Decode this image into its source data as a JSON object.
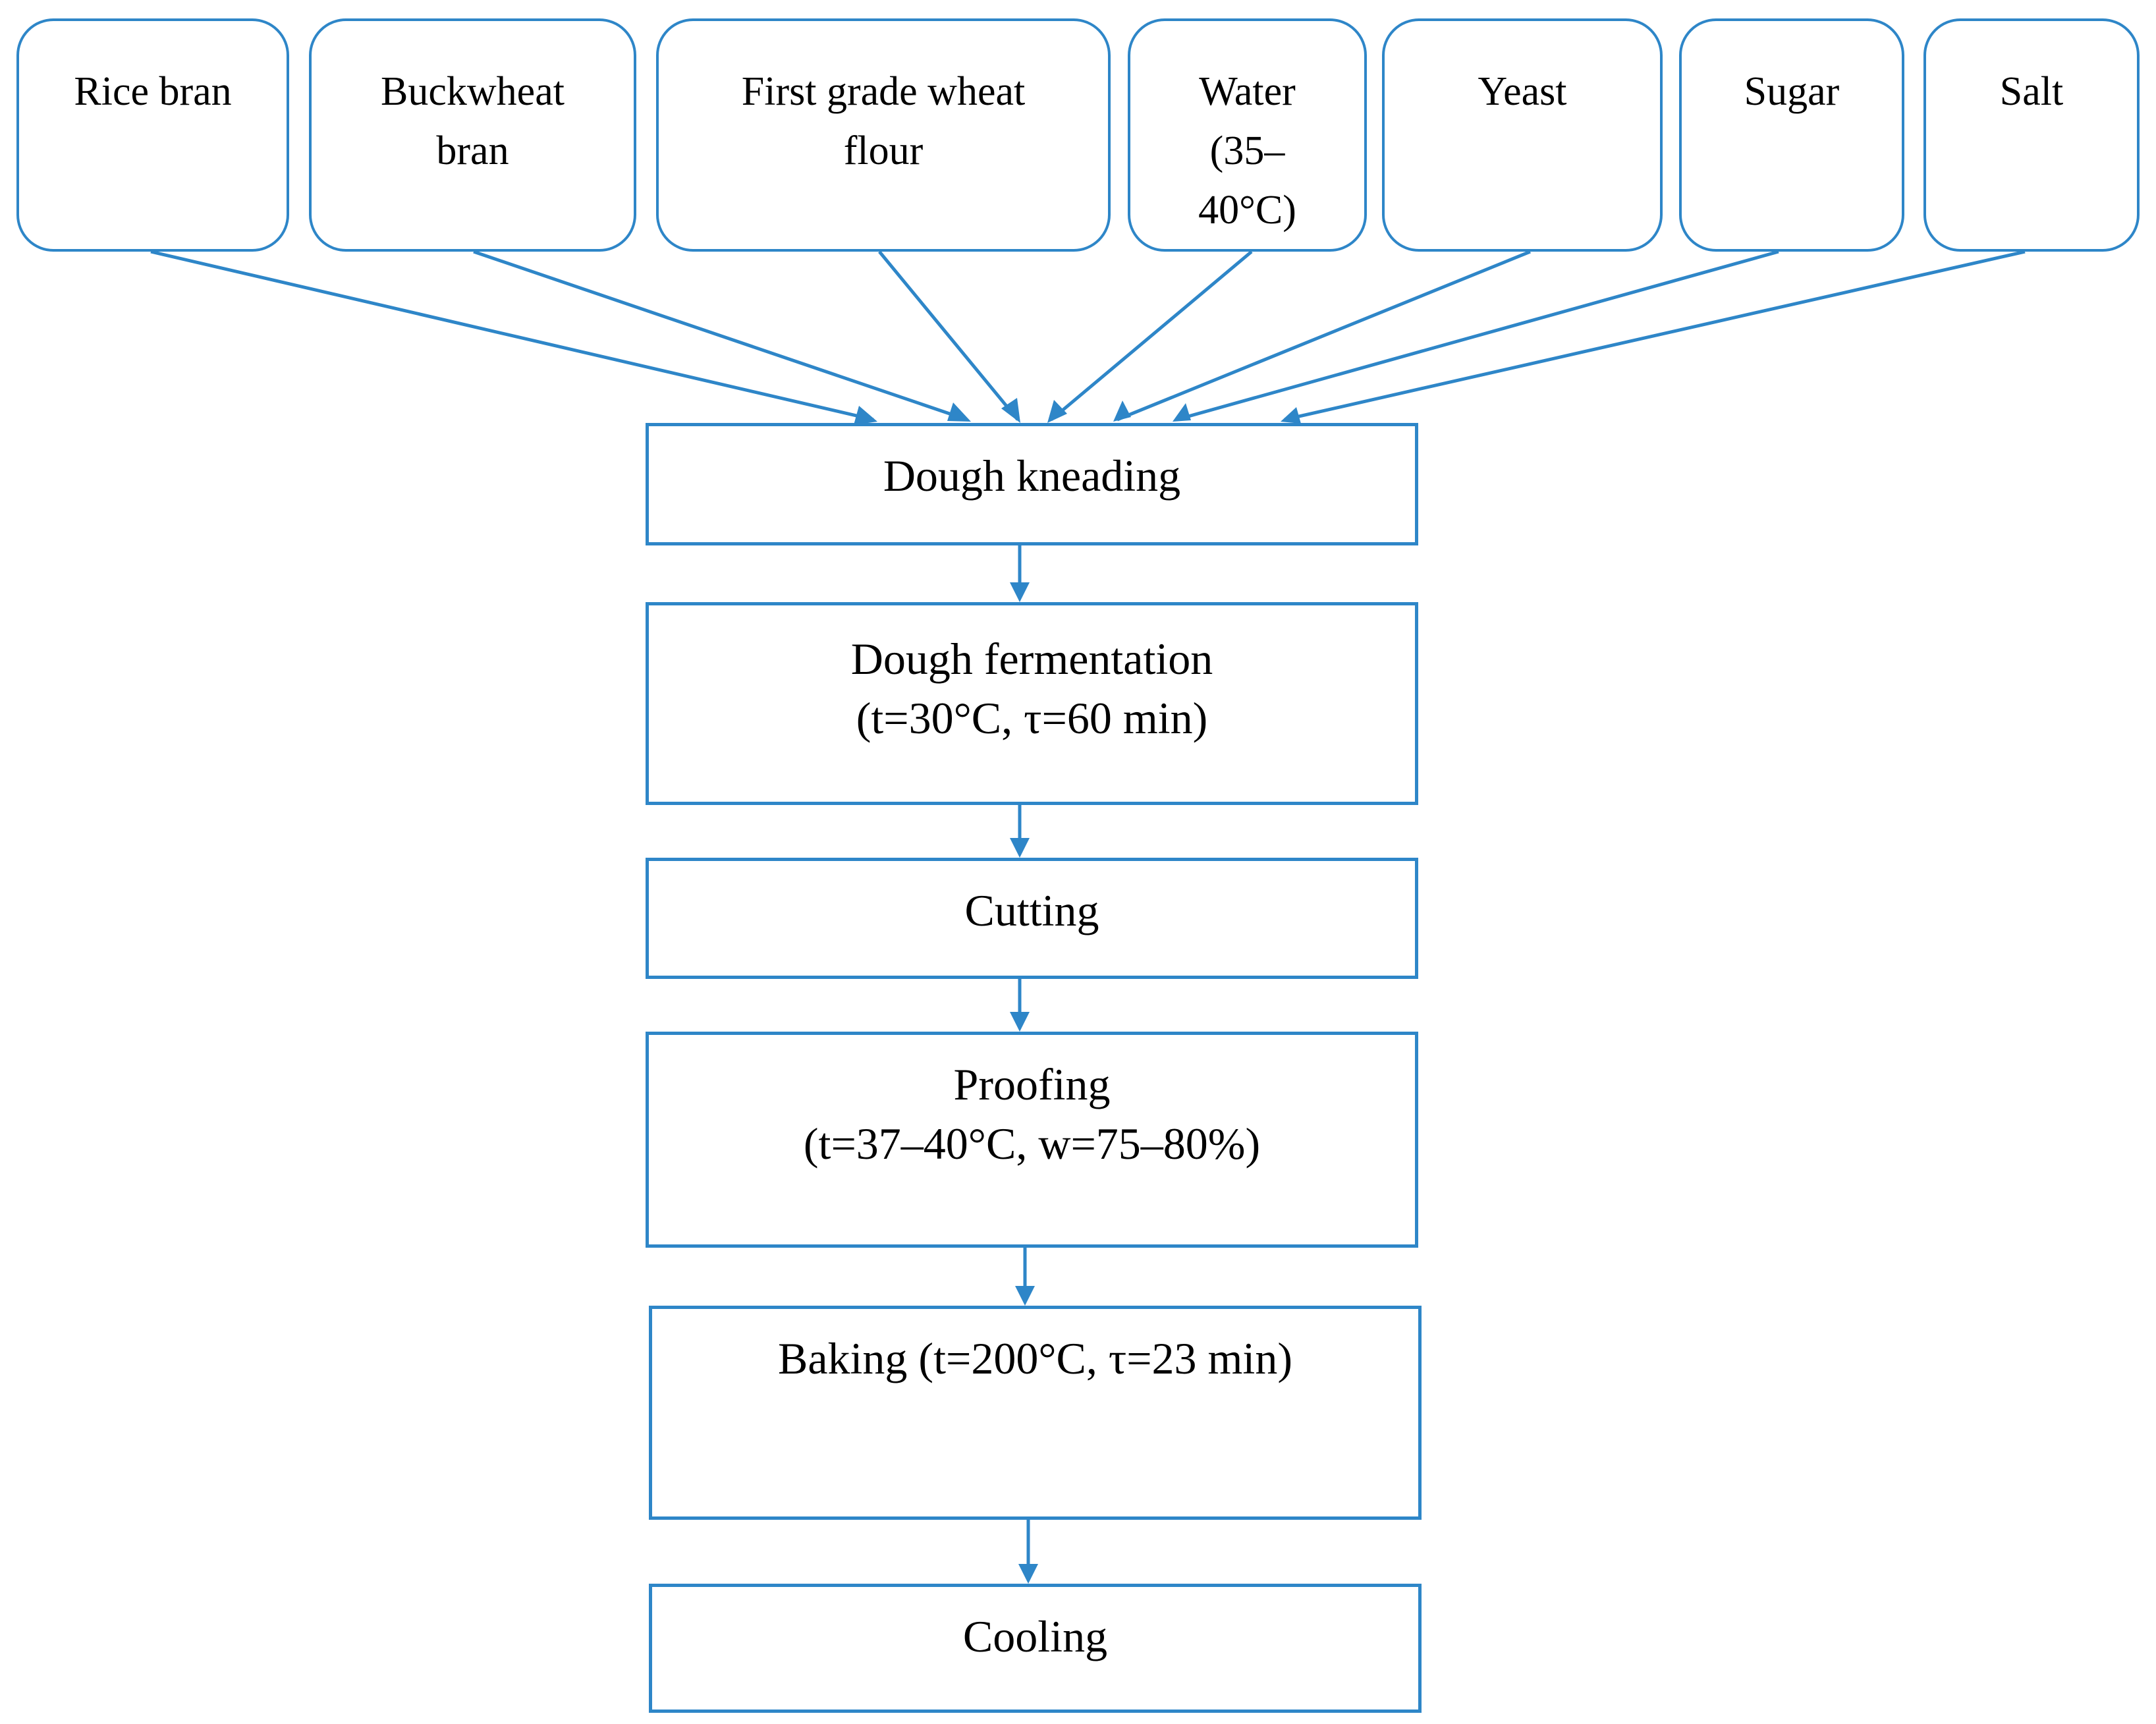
{
  "colors": {
    "accent": "#2e86c8",
    "text": "#000000",
    "background": "#ffffff"
  },
  "ingredients": [
    {
      "label": "Rice bran"
    },
    {
      "label": "Buckwheat\nbran"
    },
    {
      "label": "First grade wheat\nflour"
    },
    {
      "label": "Water\n(35–\n40°C)"
    },
    {
      "label": "Yeast"
    },
    {
      "label": "Sugar"
    },
    {
      "label": "Salt"
    }
  ],
  "steps": [
    {
      "title": "Dough kneading",
      "params": ""
    },
    {
      "title": "Dough fermentation",
      "params": "(t=30°C, τ=60 min)"
    },
    {
      "title": "Cutting",
      "params": ""
    },
    {
      "title": "Proofing",
      "params": "(t=37–40°C, w=75–80%)"
    },
    {
      "title": "Baking (t=200°C, τ=23 min)",
      "params": ""
    },
    {
      "title": "Cooling",
      "params": ""
    }
  ]
}
